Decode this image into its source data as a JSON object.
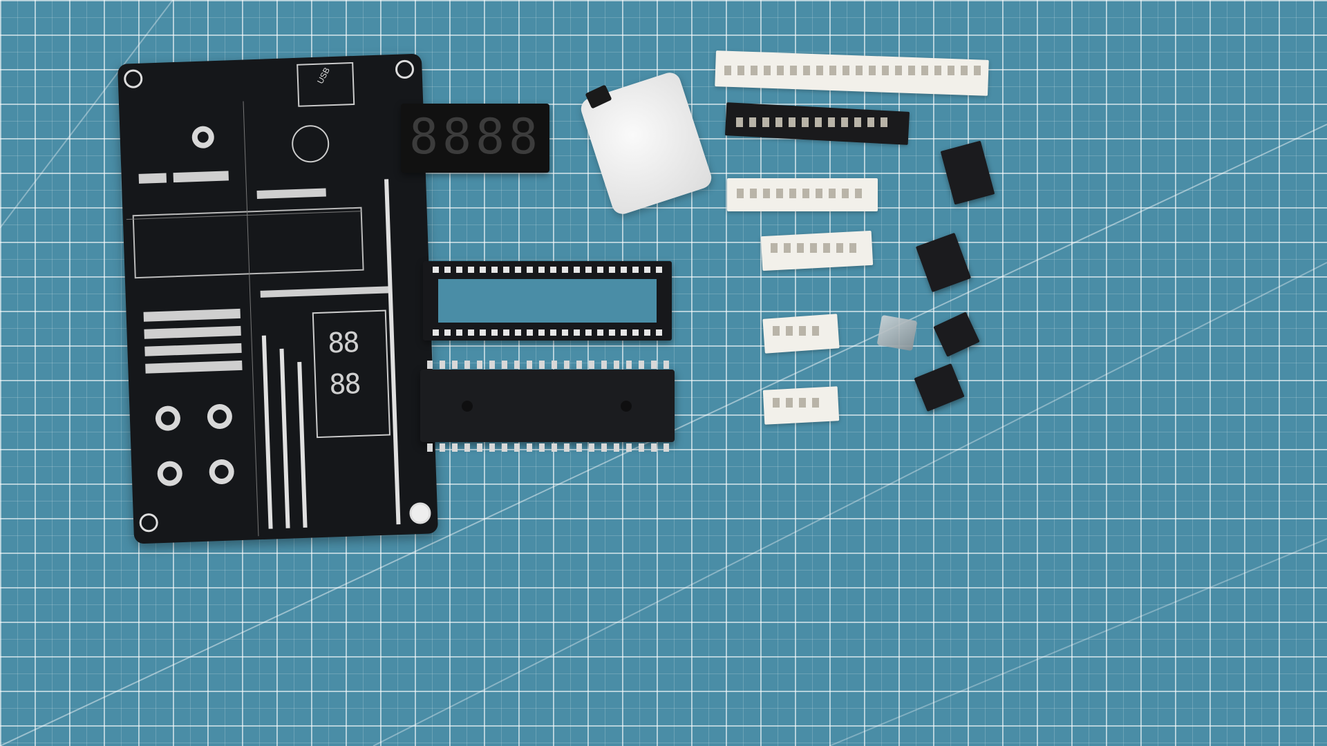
{
  "scene": {
    "description_label": "",
    "display_digits": [
      "8",
      "8",
      "8",
      "8"
    ],
    "pcb_display_digits": [
      "8",
      "8",
      "8",
      "8"
    ],
    "pcb_silkscreen_usb": "USB",
    "colors": {
      "mat": "#4a8da6",
      "grid_line": "#ffffff",
      "pcb": "#15171a",
      "tape_white": "#f2f0ea",
      "tape_black": "#1a1a1c",
      "foam": "#f0f0f0"
    }
  }
}
